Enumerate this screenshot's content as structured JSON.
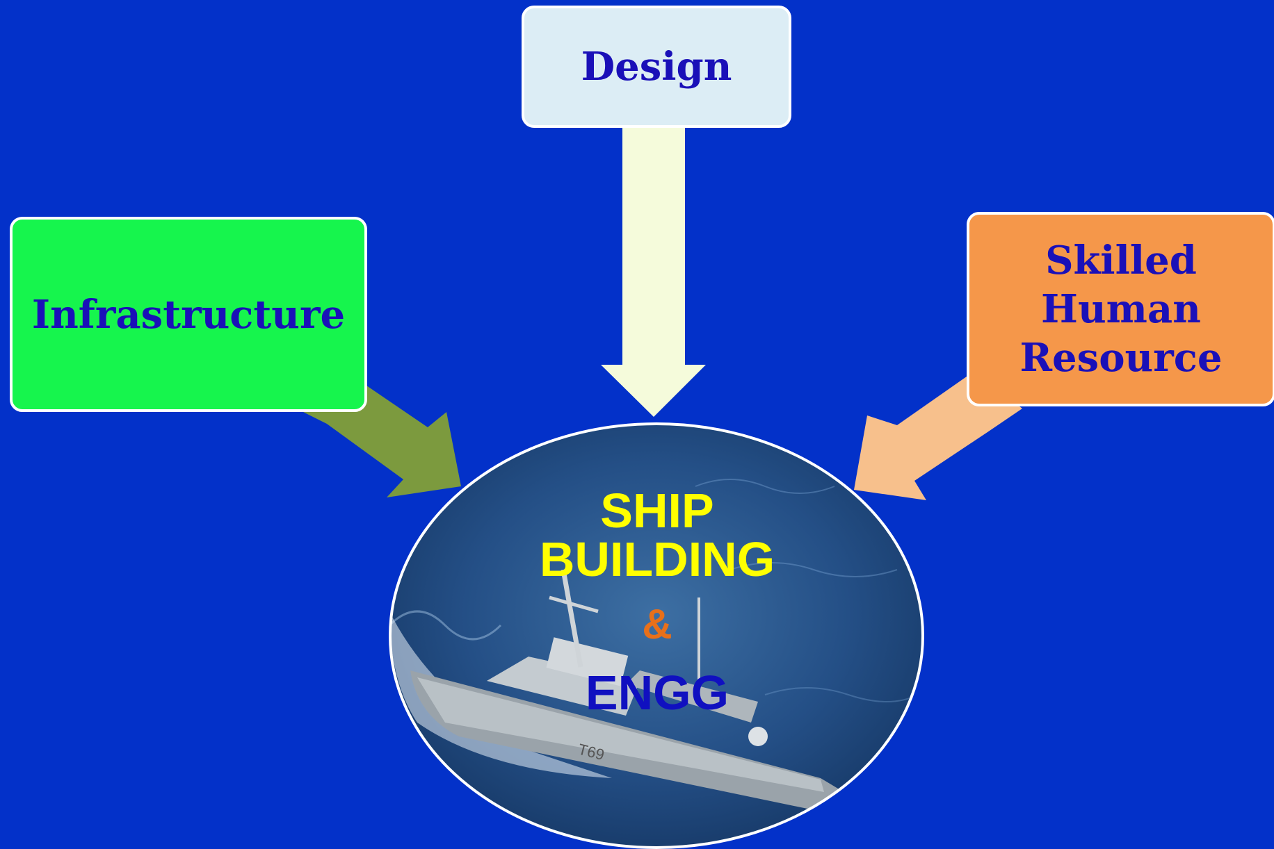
{
  "colors": {
    "background": "#0331c9",
    "design_box": "#dcedf5",
    "infra_box": "#16f54d",
    "skilled_box": "#f5974a",
    "design_arrow": "#f5fbdb",
    "infra_arrow": "#7c9a3e",
    "skilled_arrow": "#f7c08c",
    "box_text": "#1a10b8",
    "ship_text": "#ffff00",
    "amp_text": "#e8701a",
    "engg_text": "#1010c0"
  },
  "boxes": {
    "design": "Design",
    "infrastructure": "Infrastructure",
    "skilled_lines": [
      "Skilled",
      "Human",
      "Resource"
    ]
  },
  "center": {
    "line1": "SHIP",
    "line2": "BUILDING",
    "line3": "&",
    "line4": "ENGG",
    "image": "ship-at-sea-photo"
  }
}
